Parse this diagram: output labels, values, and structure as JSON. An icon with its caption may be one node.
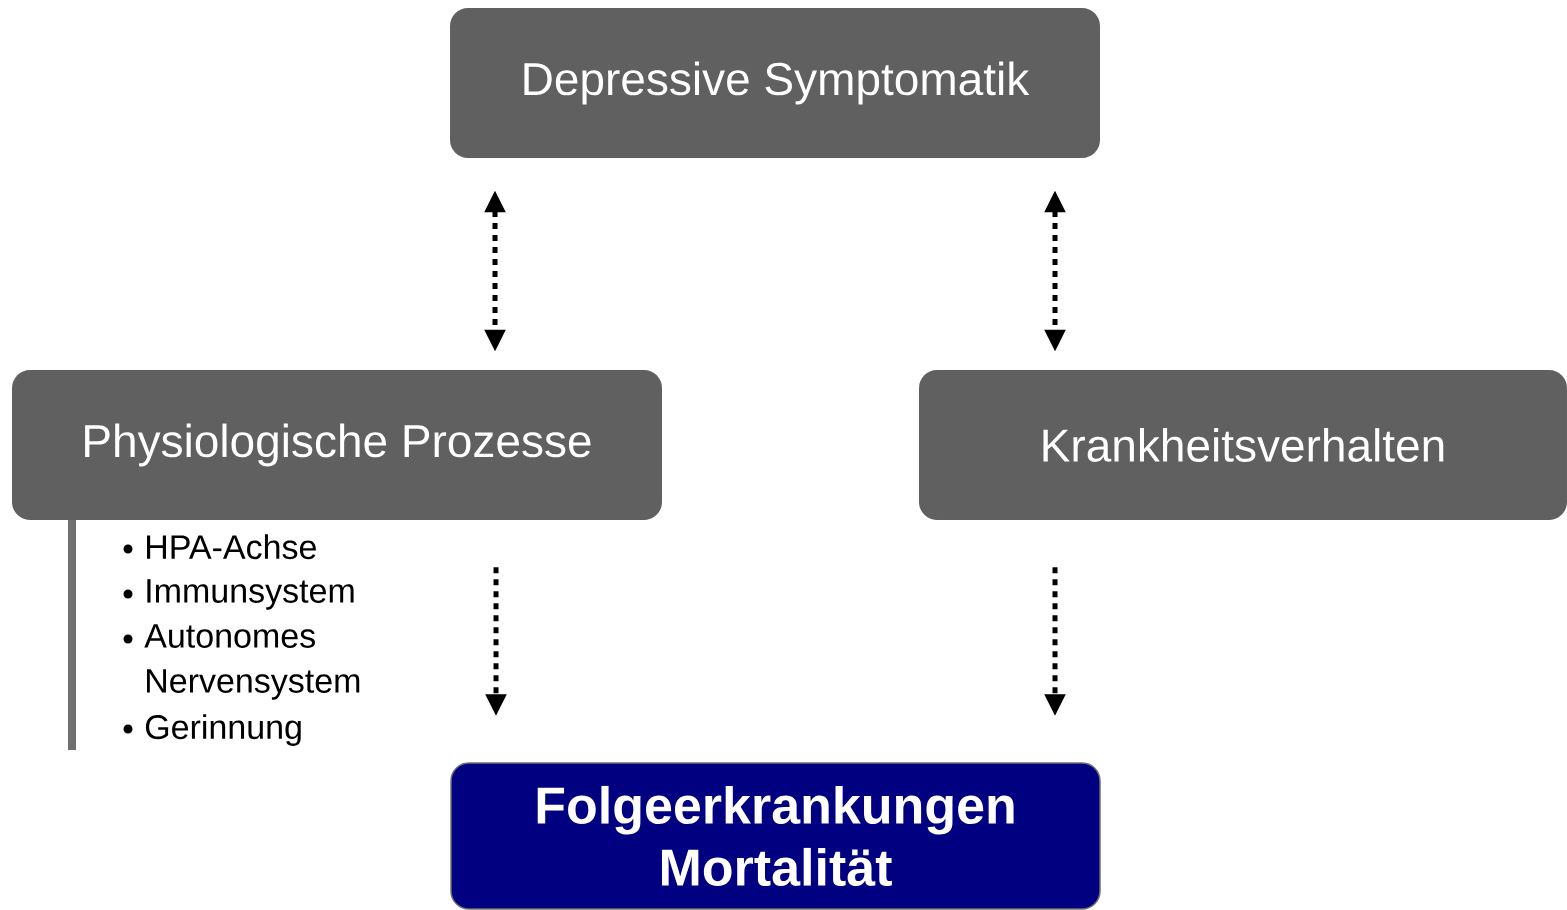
{
  "diagram": {
    "nodes": [
      {
        "text": [
          "Depressive Symptomatik"
        ]
      },
      {
        "text": [
          "Physiologische Prozesse"
        ]
      },
      {
        "text": [
          "Krankheitsverhalten"
        ]
      },
      {
        "text": [
          "Folgeerkrankungen",
          "Mortalität"
        ]
      }
    ],
    "edges": [
      {
        "from": 0,
        "to": 1,
        "arrow": "both"
      },
      {
        "from": 0,
        "to": 2,
        "arrow": "both"
      },
      {
        "from": 1,
        "to": 3,
        "arrow": "to"
      },
      {
        "from": 2,
        "to": 3,
        "arrow": "to"
      }
    ],
    "labels": [
      "HPA-Achse",
      "Immunsystem",
      "Autonomes Nervensystem",
      "Gerinnung"
    ]
  }
}
